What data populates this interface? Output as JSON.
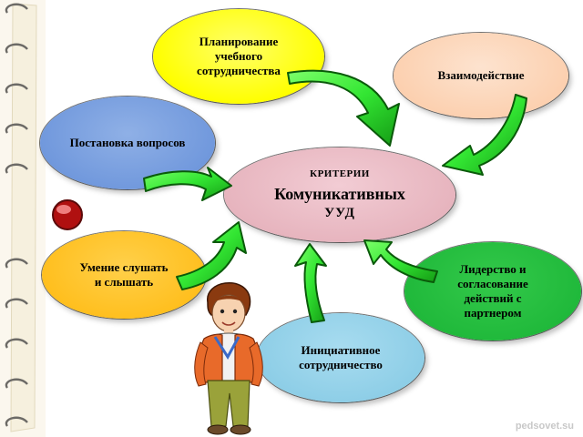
{
  "nodes": {
    "planning": "Планирование\nучебного\nсотрудничества",
    "interaction": "Взаимодействие",
    "questions": "Постановка  вопросов",
    "listening": "Умение слушать\nи слышать",
    "leadership": "Лидерство и\nсогласование\nдействий с\nпартнером",
    "initiative": "Инициативное\nсотрудничество"
  },
  "center": {
    "line1": "КРИТЕРИИ",
    "line2": "Комуникативных",
    "line3": "УУД"
  },
  "watermark": "pedsovet.su",
  "colors": {
    "planning": "#ffff00",
    "interaction": "#fccfae",
    "questions": "#6f97dc",
    "center": "#e6b3bd",
    "listening": "#ffbe1c",
    "leadership": "#1fb83a",
    "initiative": "#8ccde6",
    "arrow": "#33ee33",
    "arrow_edge": "#0a5a0a"
  },
  "decor": {
    "left_column_icon": "sticky-note-decoration",
    "bullet_icon": "red-ball-icon",
    "character_icon": "boy-character-icon"
  }
}
